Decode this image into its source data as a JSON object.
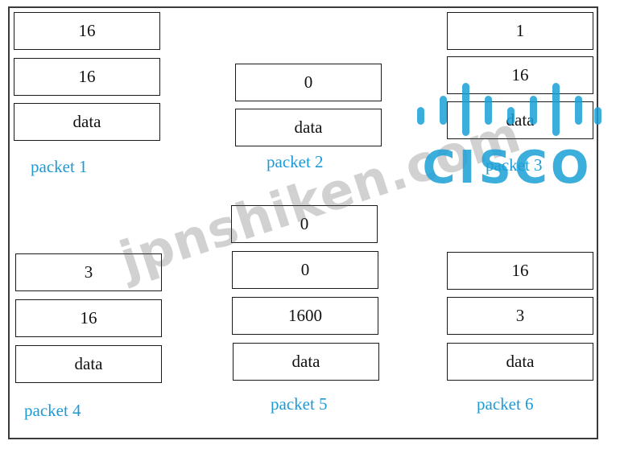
{
  "packets": [
    {
      "label": "packet 1",
      "fields": [
        "16",
        "16",
        "data"
      ]
    },
    {
      "label": "packet 2",
      "fields": [
        "0",
        "data"
      ]
    },
    {
      "label": "packet 3",
      "fields": [
        "1",
        "16",
        "data"
      ]
    },
    {
      "label": "packet 4",
      "fields": [
        "3",
        "16",
        "data"
      ]
    },
    {
      "label": "packet 5",
      "fields": [
        "0",
        "0",
        "1600",
        "data"
      ]
    },
    {
      "label": "packet 6",
      "fields": [
        "16",
        "3",
        "data"
      ]
    }
  ],
  "watermark": {
    "text": "jpnshiken.com"
  },
  "logo": {
    "text": "CISCO",
    "color": "#1ba0d7"
  },
  "colors": {
    "label": "#1d9ad6",
    "border": "#1a1a1a"
  }
}
